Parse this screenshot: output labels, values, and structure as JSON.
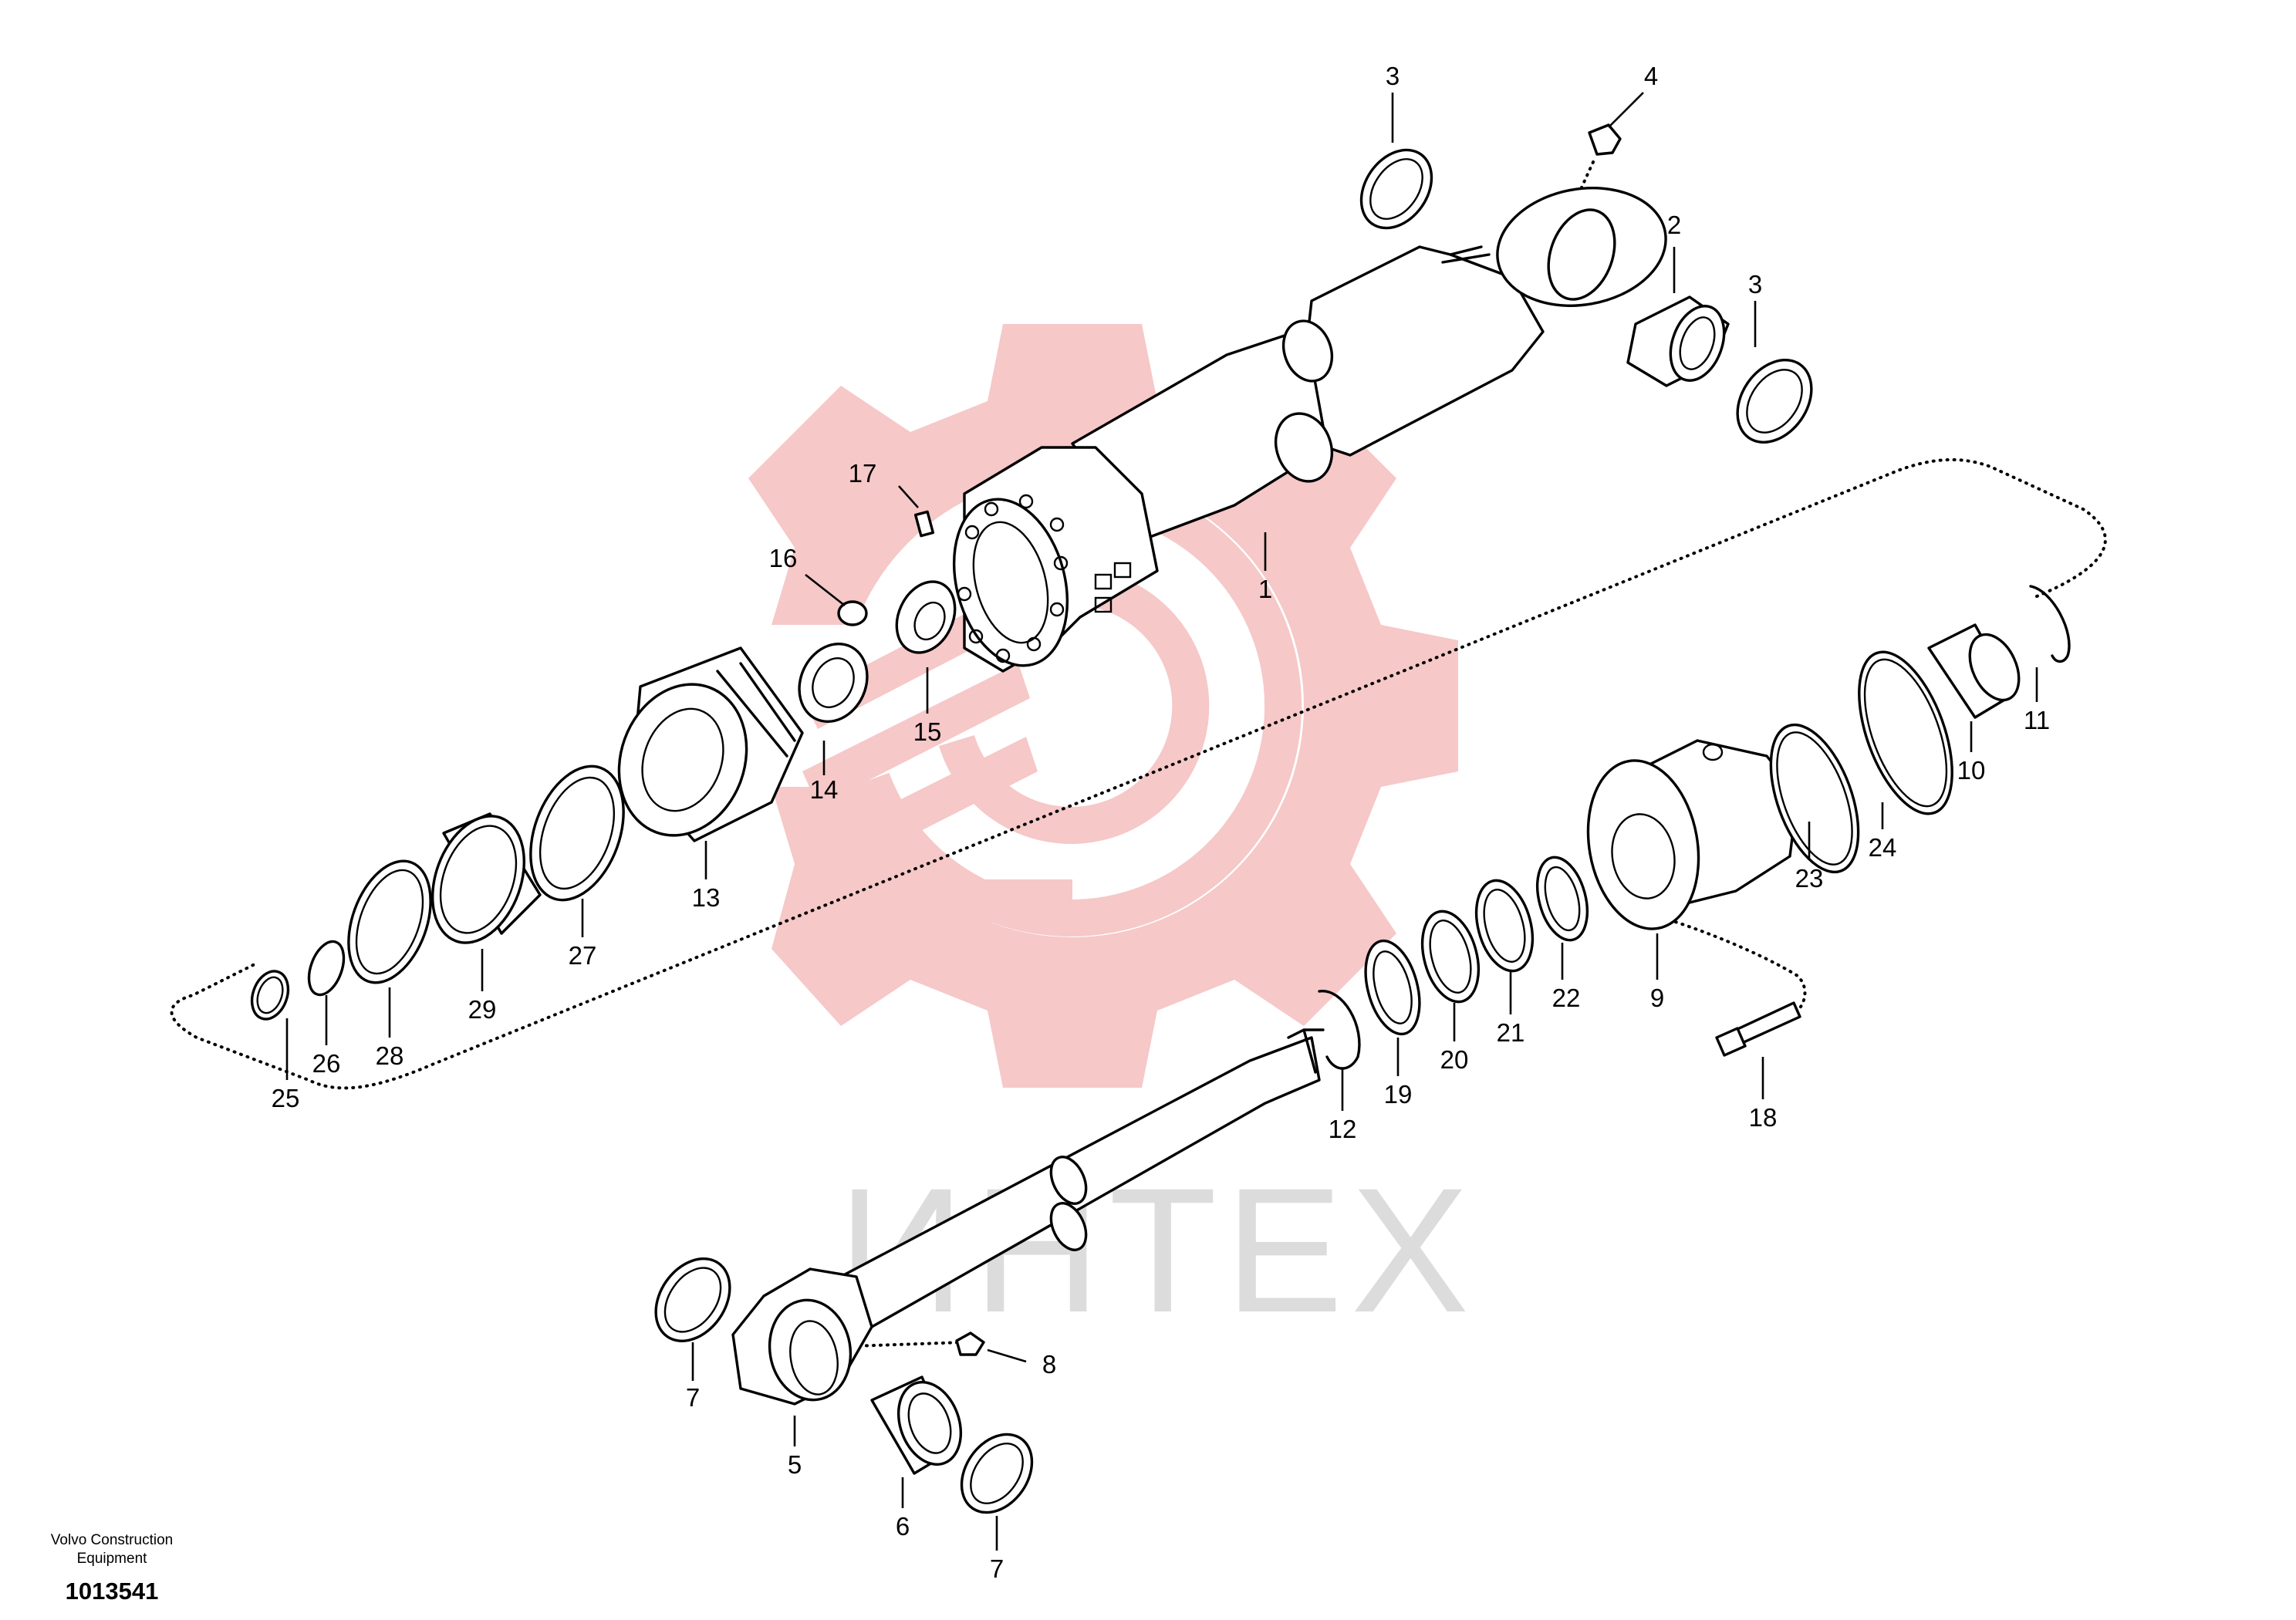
{
  "watermark": {
    "text": "ИНТЕХ",
    "gear_color": "#f6c8c8"
  },
  "footer": {
    "manufacturer": "Volvo Construction\nEquipment",
    "document_number": "1013541"
  },
  "callouts": [
    {
      "id": "1",
      "label": "1"
    },
    {
      "id": "2",
      "label": "2"
    },
    {
      "id": "3a",
      "label": "3"
    },
    {
      "id": "3b",
      "label": "3"
    },
    {
      "id": "4",
      "label": "4"
    },
    {
      "id": "5",
      "label": "5"
    },
    {
      "id": "6",
      "label": "6"
    },
    {
      "id": "7a",
      "label": "7"
    },
    {
      "id": "7b",
      "label": "7"
    },
    {
      "id": "8",
      "label": "8"
    },
    {
      "id": "9",
      "label": "9"
    },
    {
      "id": "10",
      "label": "10"
    },
    {
      "id": "11",
      "label": "11"
    },
    {
      "id": "12",
      "label": "12"
    },
    {
      "id": "13",
      "label": "13"
    },
    {
      "id": "14",
      "label": "14"
    },
    {
      "id": "15",
      "label": "15"
    },
    {
      "id": "16",
      "label": "16"
    },
    {
      "id": "17",
      "label": "17"
    },
    {
      "id": "18",
      "label": "18"
    },
    {
      "id": "19",
      "label": "19"
    },
    {
      "id": "20",
      "label": "20"
    },
    {
      "id": "21",
      "label": "21"
    },
    {
      "id": "22",
      "label": "22"
    },
    {
      "id": "23",
      "label": "23"
    },
    {
      "id": "24",
      "label": "24"
    },
    {
      "id": "25",
      "label": "25"
    },
    {
      "id": "26",
      "label": "26"
    },
    {
      "id": "27",
      "label": "27"
    },
    {
      "id": "28",
      "label": "28"
    },
    {
      "id": "29",
      "label": "29"
    }
  ]
}
